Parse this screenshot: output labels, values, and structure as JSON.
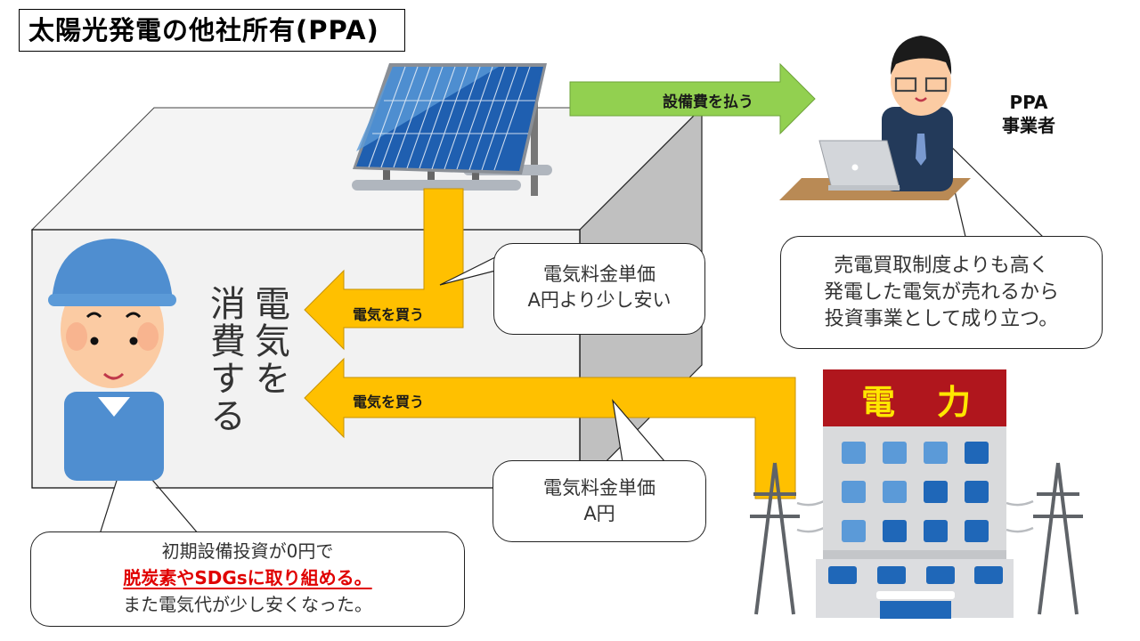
{
  "title": "太陽光発電の他社所有(PPA)",
  "arrows": {
    "pay_equipment": "設備費を払う",
    "buy_from_solar": "電気を買う",
    "buy_from_grid": "電気を買う"
  },
  "consumer": {
    "vertical_text": "電気を消費する",
    "line1": "電気を",
    "line2": "消費する"
  },
  "ppa_operator": {
    "line1": "PPA",
    "line2": "事業者"
  },
  "bubbles": {
    "solar_price": [
      "電気料金単価",
      "A円より少し安い"
    ],
    "grid_price": [
      "電気料金単価",
      "A円"
    ],
    "ppa_note": [
      "売電買取制度よりも高く",
      "発電した電気が売れるから",
      "投資事業として成り立つ。"
    ],
    "consumer_note": {
      "line1": "初期設備投資が0円で",
      "highlight": "脱炭素やSDGsに取り組める。",
      "line3": "また電気代が少し安くなった。"
    }
  },
  "power_company": {
    "sign": [
      "電",
      "力"
    ]
  },
  "colors": {
    "green_arrow": "#92d050",
    "yellow_arrow": "#ffc000",
    "highlight_red": "#e00000",
    "building_sign": "#b0161d",
    "sign_text": "#ffe600",
    "solar_panel": "#1f5fb0"
  }
}
